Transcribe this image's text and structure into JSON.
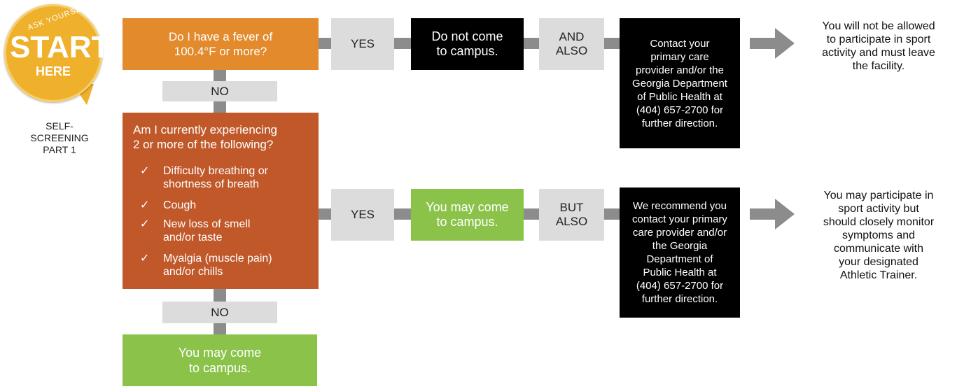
{
  "badge": {
    "ask": "ASK YOURSELF",
    "start": "START",
    "here": "HERE"
  },
  "side_label": "SELF-\nSCREENING\nPART 1",
  "q1": "Do I have a fever of\n100.4°F or more?",
  "yes_label": "YES",
  "no_label": "NO",
  "row1": {
    "result": "Do not come\nto campus.",
    "connector": "AND\nALSO",
    "advice": "Contact your\nprimary care\nprovider and/or the\nGeorgia Department\nof Public Health at\n(404) 657-2700 for\nfurther direction.",
    "outcome": "You will not be allowed\nto participate in sport\nactivity and must leave\nthe facility."
  },
  "q2": {
    "title": "Am I currently experiencing\n2 or more of the following?",
    "check_mark": "✓",
    "items": [
      "Difficulty breathing or\nshortness of breath",
      "Cough",
      "New loss of smell\nand/or taste",
      "Myalgia (muscle pain)\nand/or chills"
    ]
  },
  "row2": {
    "result": "You may come\nto campus.",
    "connector": "BUT\nALSO",
    "advice": "We recommend you\ncontact your primary\ncare provider and/or\nthe Georgia\nDepartment of\nPublic Health at\n(404) 657-2700 for\nfurther direction.",
    "outcome": "You may participate in\nsport activity but\nshould closely monitor\nsymptoms and\ncommunicate with\nyour designated\nAthletic Trainer."
  },
  "final": "You may come\nto campus.",
  "colors": {
    "orange": "#e28a2c",
    "rust": "#c0582a",
    "green": "#8bc34a",
    "black": "#000000",
    "gray_box": "#dcdcdc",
    "connector": "#8c8c8c",
    "badge": "#efb02c"
  }
}
